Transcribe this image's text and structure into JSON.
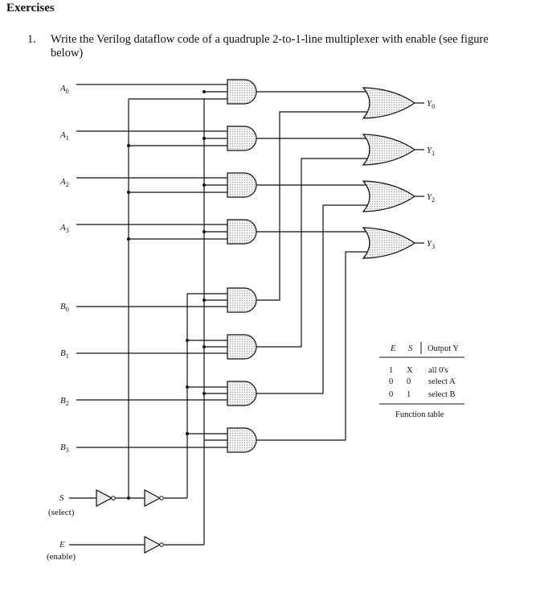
{
  "heading": "Exercises",
  "question": {
    "number": "1.",
    "text": "Write the Verilog dataflow code of a quadruple 2-to-1-line multiplexer with enable (see figure below)"
  },
  "figure": {
    "inputs_a": [
      {
        "base": "A",
        "sub": "0"
      },
      {
        "base": "A",
        "sub": "1"
      },
      {
        "base": "A",
        "sub": "2"
      },
      {
        "base": "A",
        "sub": "3"
      }
    ],
    "inputs_b": [
      {
        "base": "B",
        "sub": "0"
      },
      {
        "base": "B",
        "sub": "1"
      },
      {
        "base": "B",
        "sub": "2"
      },
      {
        "base": "B",
        "sub": "3"
      }
    ],
    "outputs": [
      {
        "base": "Y",
        "sub": "0"
      },
      {
        "base": "Y",
        "sub": "1"
      },
      {
        "base": "Y",
        "sub": "2"
      },
      {
        "base": "Y",
        "sub": "3"
      }
    ],
    "select": {
      "label": "S",
      "caption": "(select)"
    },
    "enable": {
      "label": "E",
      "caption": "(enable)"
    }
  },
  "function_table": {
    "headers": [
      "E",
      "S",
      "Output Y"
    ],
    "rows": [
      [
        "1",
        "X",
        "all 0's"
      ],
      [
        "0",
        "0",
        "select A"
      ],
      [
        "0",
        "1",
        "select B"
      ]
    ],
    "caption": "Function table"
  }
}
